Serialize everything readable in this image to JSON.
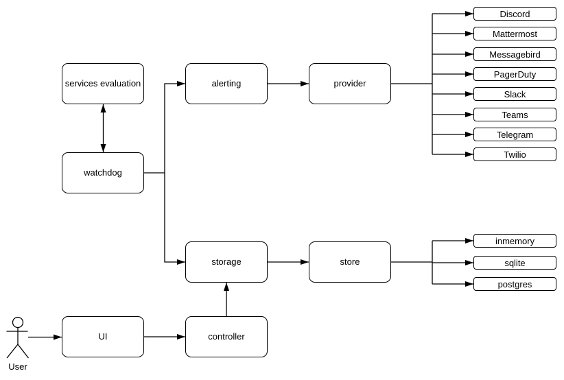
{
  "diagram": {
    "type": "architecture-flowchart",
    "colors": {
      "stroke": "#000000",
      "node_fill": "#ffffff",
      "background": "#ffffff"
    }
  },
  "nodes": {
    "services_evaluation": "services evaluation",
    "watchdog": "watchdog",
    "alerting": "alerting",
    "provider": "provider",
    "storage": "storage",
    "store": "store",
    "ui": "UI",
    "controller": "controller",
    "user": "User"
  },
  "providers": [
    "Discord",
    "Mattermost",
    "Messagebird",
    "PagerDuty",
    "Slack",
    "Teams",
    "Telegram",
    "Twilio"
  ],
  "stores": [
    "inmemory",
    "sqlite",
    "postgres"
  ],
  "edges": [
    [
      "services evaluation",
      "watchdog",
      "bidirectional"
    ],
    [
      "watchdog",
      "alerting"
    ],
    [
      "watchdog",
      "storage"
    ],
    [
      "alerting",
      "provider"
    ],
    [
      "provider",
      "Discord"
    ],
    [
      "provider",
      "Mattermost"
    ],
    [
      "provider",
      "Messagebird"
    ],
    [
      "provider",
      "PagerDuty"
    ],
    [
      "provider",
      "Slack"
    ],
    [
      "provider",
      "Teams"
    ],
    [
      "provider",
      "Telegram"
    ],
    [
      "provider",
      "Twilio"
    ],
    [
      "storage",
      "store"
    ],
    [
      "store",
      "inmemory"
    ],
    [
      "store",
      "sqlite"
    ],
    [
      "store",
      "postgres"
    ],
    [
      "User",
      "UI"
    ],
    [
      "UI",
      "controller"
    ],
    [
      "controller",
      "storage"
    ]
  ]
}
